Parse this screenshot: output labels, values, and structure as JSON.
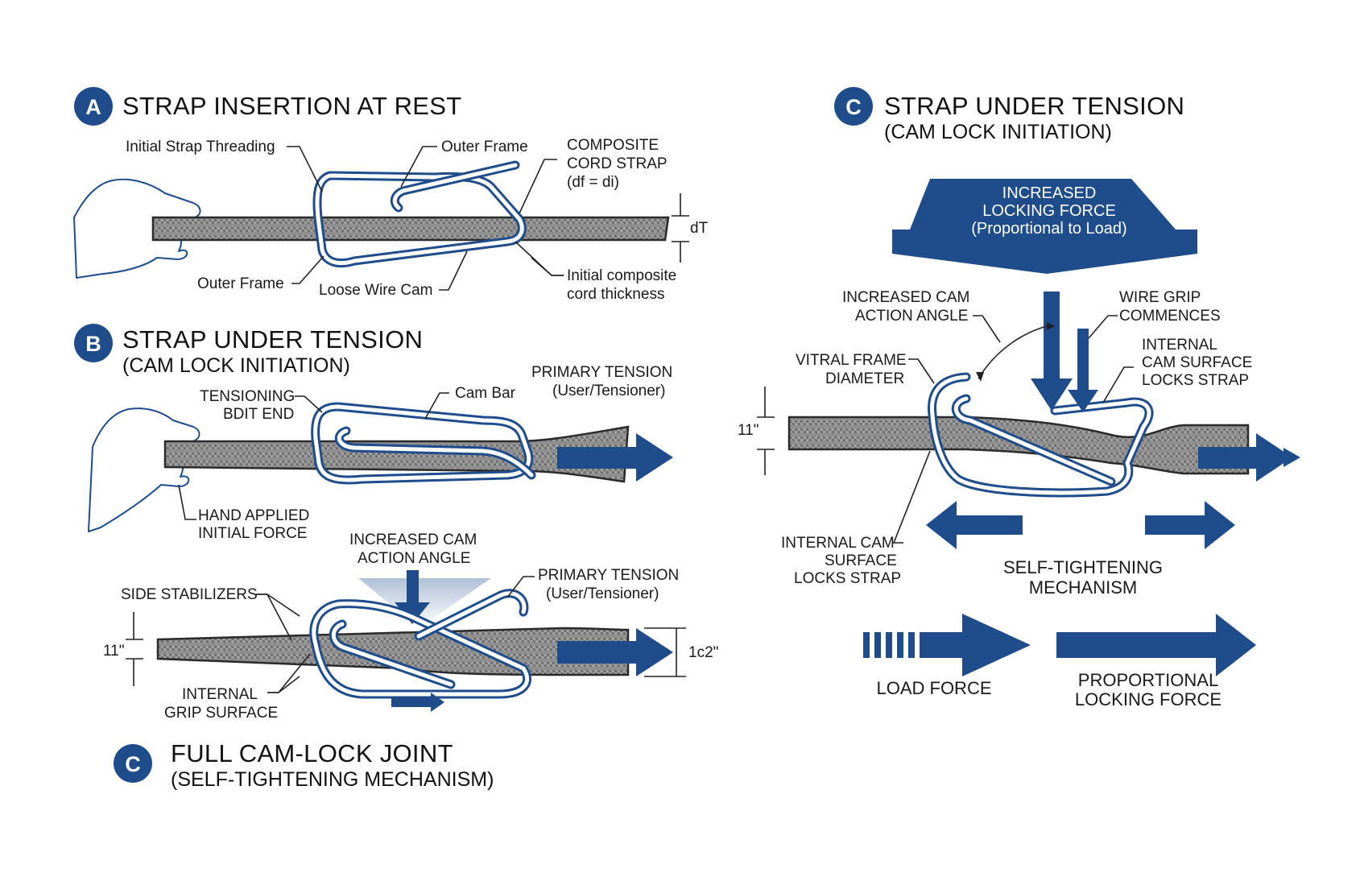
{
  "colors": {
    "accent": "#1f4d8c",
    "strap": "#8a8a8a",
    "frame_outline": "#1f4d8c"
  },
  "panel_a": {
    "badge": "A",
    "title": "STRAP INSERTION AT REST",
    "labels": {
      "initial_threading": "Initial Strap Threading",
      "outer_frame_top": "Outer Frame",
      "composite_1": "COMPOSITE",
      "composite_2": "CORD STRAP",
      "composite_3": "(df = di)",
      "dt": "dT",
      "outer_frame_bottom": "Outer Frame",
      "loose_cam": "Loose Wire Cam",
      "initial_thickness_1": "Initial composite",
      "initial_thickness_2": "cord thickness"
    }
  },
  "panel_b": {
    "badge": "B",
    "title": "STRAP UNDER TENSION",
    "subtitle": "(CAM LOCK INITIATION)",
    "labels": {
      "tensioning_1": "TENSIONING",
      "tensioning_2": "BDIT END",
      "cam_bar": "Cam Bar",
      "primary_1": "PRIMARY TENSION",
      "primary_2": "(User/Tensioner)",
      "hand_1": "HAND APPLIED",
      "hand_2": "INITIAL FORCE",
      "increased_1": "INCREASED CAM",
      "increased_2": "ACTION ANGLE",
      "side_stab": "SIDE STABILIZERS",
      "primary2_1": "PRIMARY TENSION",
      "primary2_2": "(User/Tensioner)",
      "dim_left": "11\"",
      "dim_right": "1c2\"",
      "internal_1": "INTERNAL",
      "internal_2": "GRIP SURFACE"
    }
  },
  "panel_c_bottom": {
    "badge": "C",
    "title": "FULL CAM-LOCK JOINT",
    "subtitle": "(SELF-TIGHTENING MECHANISM)"
  },
  "panel_c": {
    "badge": "C",
    "title": "STRAP UNDER TENSION",
    "subtitle": "(CAM LOCK INITIATION)",
    "banner_1": "INCREASED",
    "banner_2": "LOCKING FORCE",
    "banner_3": "(Proportional to Load)",
    "labels": {
      "angle_1": "INCREASED CAM",
      "angle_2": "ACTION ANGLE",
      "wire_1": "WIRE GRIP",
      "wire_2": "COMMENCES",
      "internal_top_1": "INTERNAL",
      "internal_top_2": "CAM SURFACE",
      "internal_top_3": "LOCKS STRAP",
      "vitral_1": "VITRAL FRAME",
      "vitral_2": "DIAMETER",
      "dim": "11\"",
      "internal_bot_1": "INTERNAL CAM",
      "internal_bot_2": "SURFACE",
      "internal_bot_3": "LOCKS STRAP",
      "self_1": "SELF-TIGHTENING",
      "self_2": "MECHANISM",
      "load": "LOAD FORCE",
      "prop_1": "PROPORTIONAL",
      "prop_2": "LOCKING FORCE"
    }
  }
}
